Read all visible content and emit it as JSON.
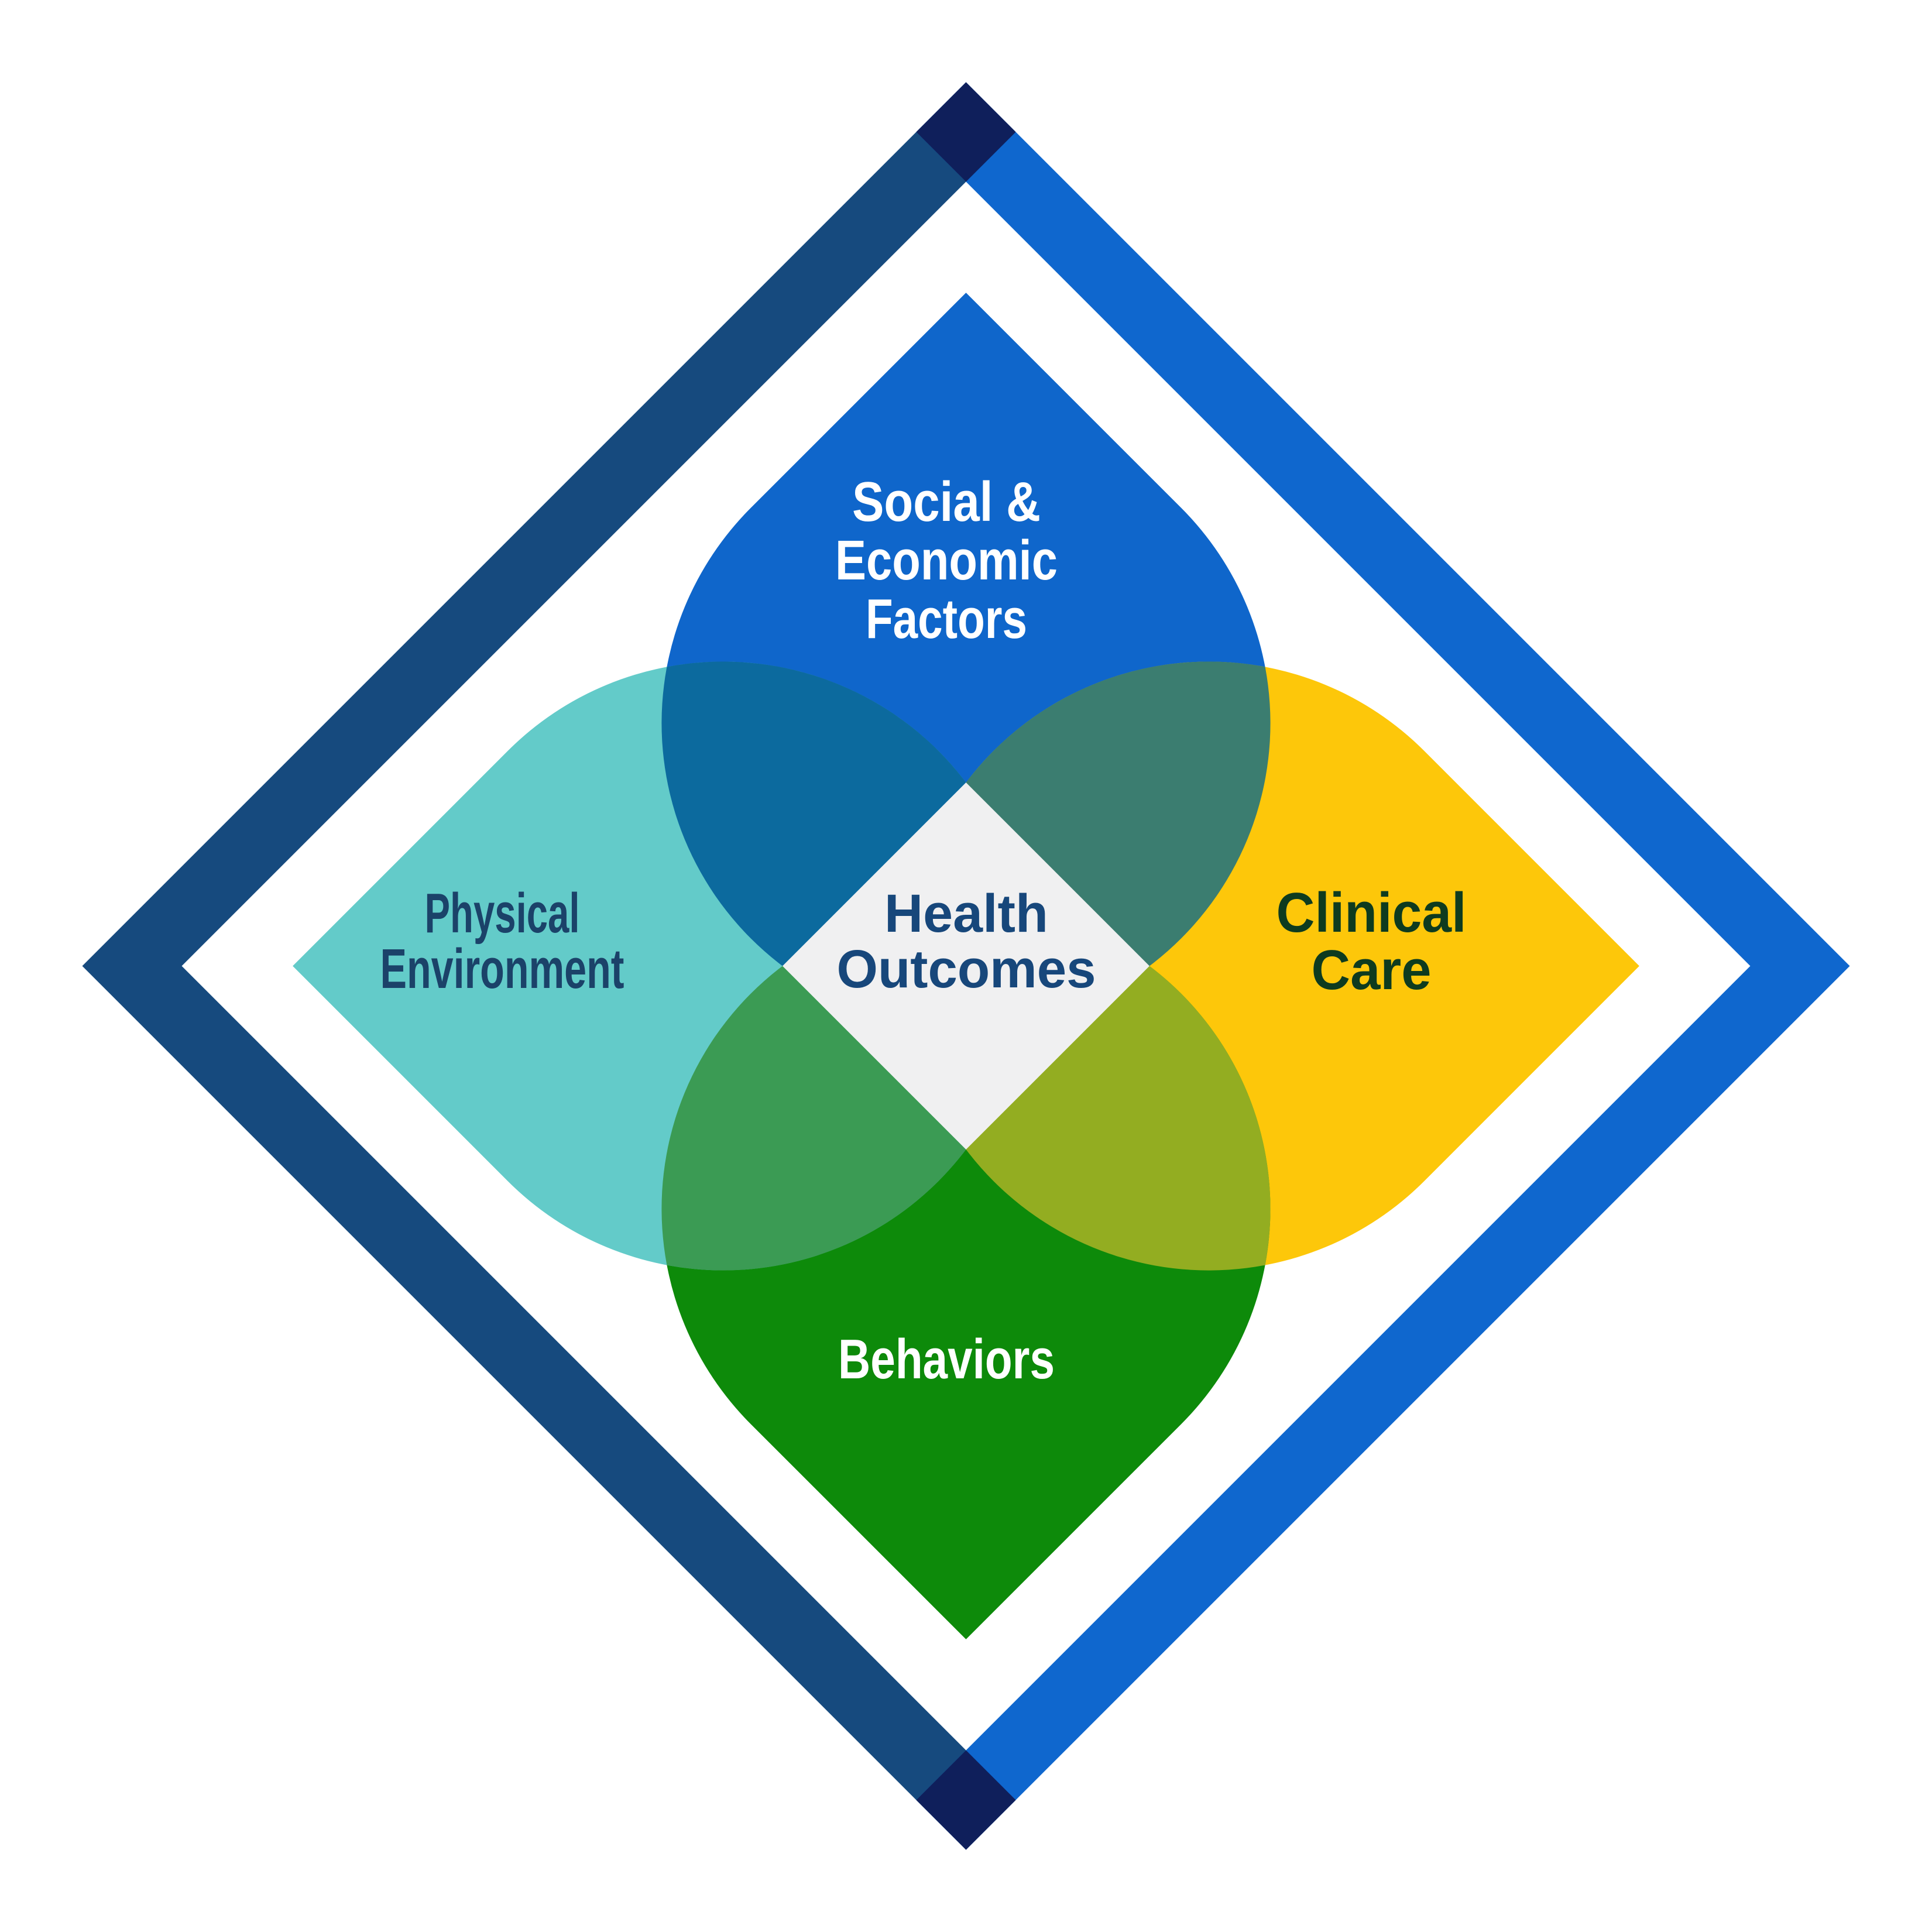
{
  "diagram_kind": "four-petal venn diagram inside double diamond frame",
  "frame": {
    "left_band_color": "#164a7e",
    "right_band_color": "#0f67ce",
    "corner_overlap_color": "#0f1f5b"
  },
  "background_color": "#ffffff",
  "center": {
    "label_lines": [
      "Health",
      "Outcomes"
    ],
    "diamond_color": "#f0f0f1",
    "text_color": "#17477b"
  },
  "petals": {
    "social": {
      "label_lines": [
        "Social &",
        "Economic",
        "Factors"
      ],
      "color": "#0f66cb",
      "text_color": "#ffffff"
    },
    "physical": {
      "label_lines": [
        "Physical",
        "Environment"
      ],
      "color": "#63cbc9",
      "text_color": "#1b4269"
    },
    "clinical": {
      "label_lines": [
        "Clinical",
        "Care"
      ],
      "color": "#fdc70a",
      "text_color": "#0e3b1f"
    },
    "behaviors": {
      "label_lines": [
        "Behaviors"
      ],
      "color": "#0d8a0a",
      "text_color": "#ffffff"
    }
  },
  "overlaps": {
    "social_physical_color": "#0c6a9e",
    "social_clinical_color": "#3b7d70",
    "physical_behaviors_color": "#3b9b54",
    "clinical_behaviors_color": "#93ad21"
  }
}
